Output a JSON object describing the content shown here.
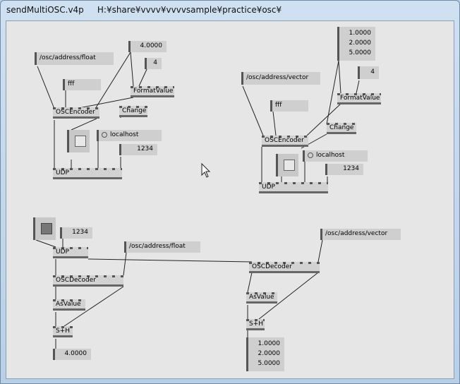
{
  "window": {
    "title": "sendMultiOSC.v4p     H:¥share¥vvvv¥vvvvsample¥practice¥osc¥"
  },
  "nodes": {
    "addr_float_1": "/osc/address/float",
    "val_4": "4.0000",
    "four_1": "4",
    "fff_1": "fff",
    "formatvalue_1": "FormatValue",
    "oscencoder_1": "OSCEncoder",
    "change_1": "Change",
    "localhost_1": "localhost",
    "port_1": "1234",
    "udp_1": "UDP",
    "vec_vals_1": [
      "1.0000",
      "2.0000",
      "5.0000"
    ],
    "addr_vector_1": "/osc/address/vector",
    "four_2": "4",
    "formatvalue_2": "FormatValue",
    "fff_2": "fff",
    "change_2": "Change",
    "oscencoder_2": "OSCEncoder",
    "localhost_2": "localhost",
    "port_2": "1234",
    "udp_2": "UDP",
    "port_3": "1234",
    "udp_3": "UDP",
    "addr_float_2": "/osc/address/float",
    "oscdecoder_1": "OSCDecoder",
    "asvalue_1": "AsValue",
    "sh_1": "S+H",
    "out_val_1": "4.0000",
    "addr_vector_2": "/osc/address/vector",
    "oscdecoder_2": "OSCDecoder",
    "asvalue_2": "AsValue",
    "sh_2": "S+H",
    "out_vals_2": [
      "1.0000",
      "2.0000",
      "5.0000"
    ]
  }
}
